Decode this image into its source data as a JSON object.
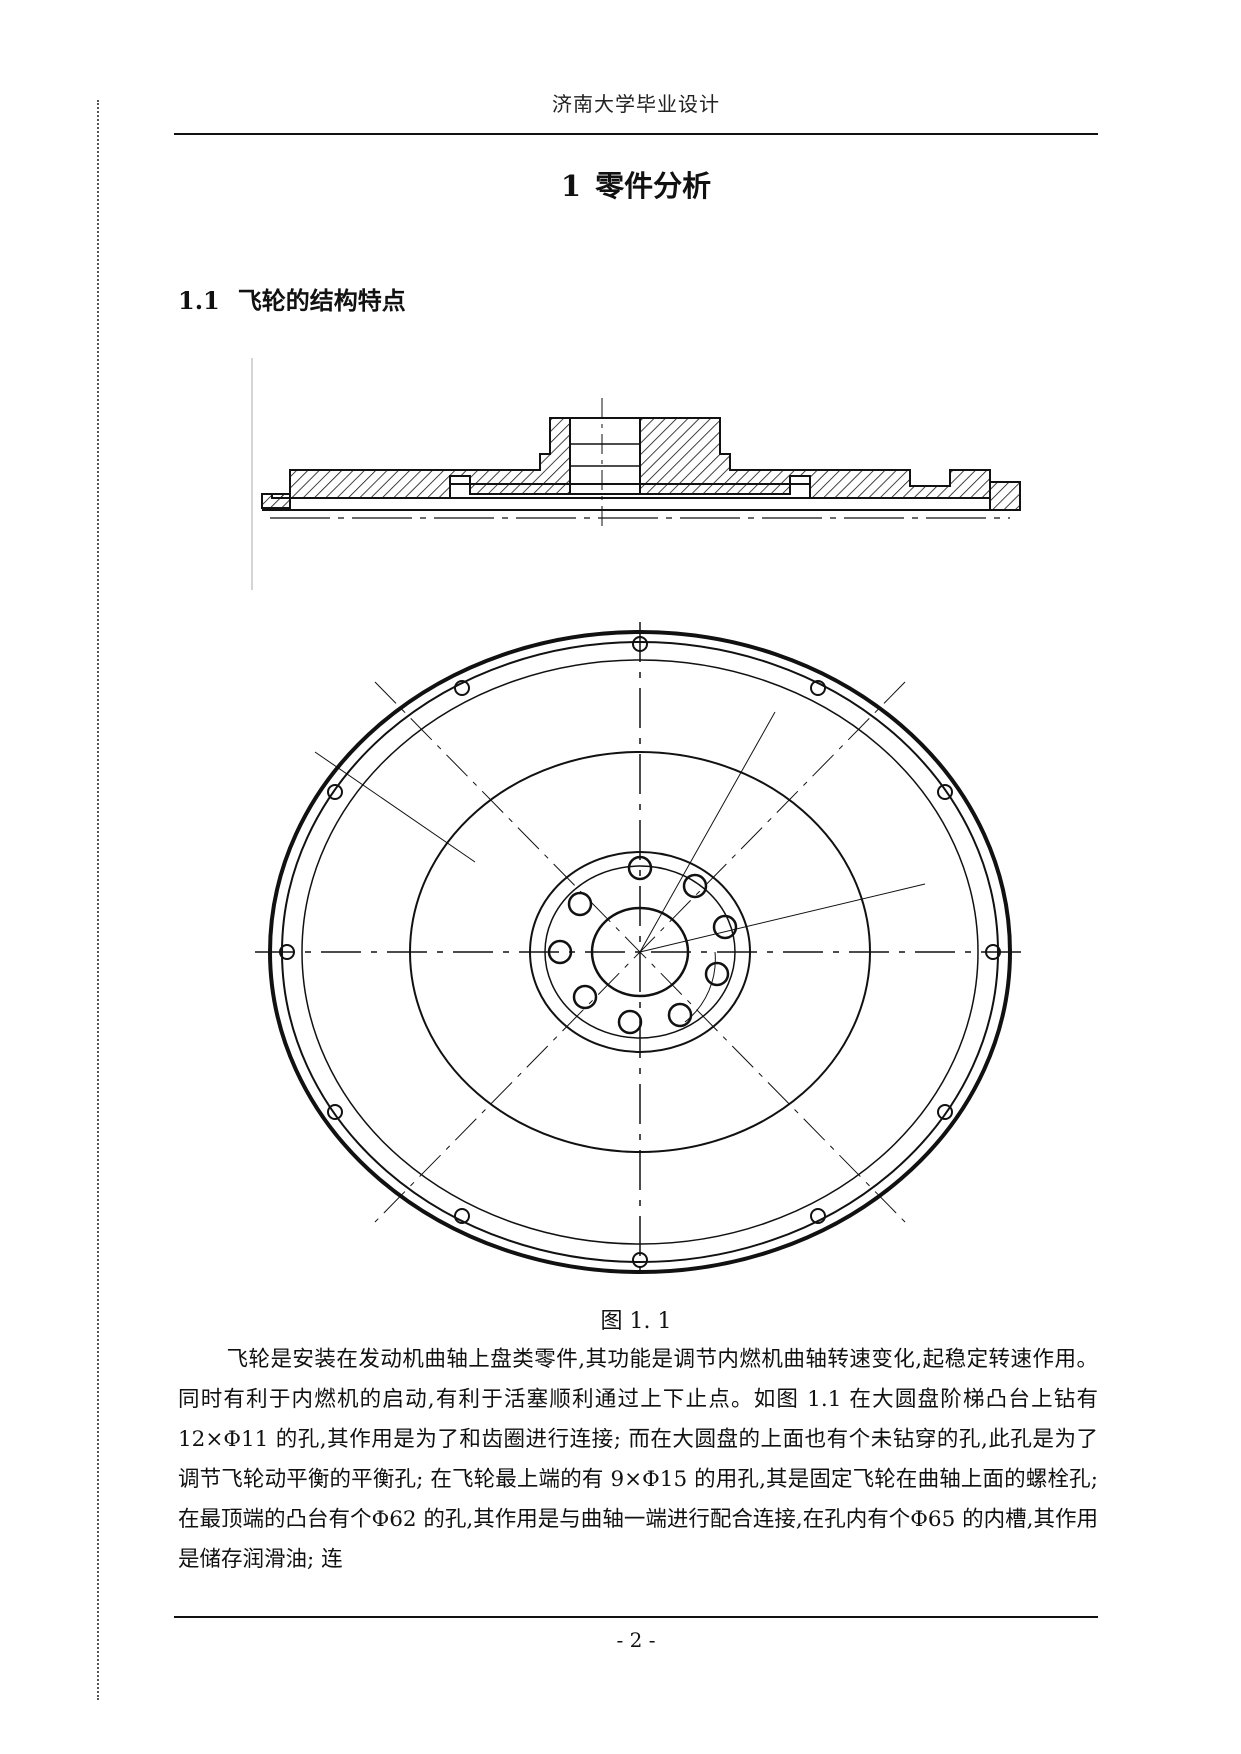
{
  "header": {
    "text": "济南大学毕业设计"
  },
  "chapter": {
    "number": "1",
    "title": "零件分析"
  },
  "section": {
    "number": "1.1",
    "title": "飞轮的结构特点"
  },
  "figure": {
    "caption": "图 1. 1"
  },
  "body": {
    "paragraph": "飞轮是安装在发动机曲轴上盘类零件,其功能是调节内燃机曲轴转速变化,起稳定转速作用。同时有利于内燃机的启动,有利于活塞顺利通过上下止点。如图 1.1 在大圆盘阶梯凸台上钻有 12×Φ11 的孔,其作用是为了和齿圈进行连接; 而在大圆盘的上面也有个未钻穿的孔,此孔是为了调节飞轮动平衡的平衡孔; 在飞轮最上端的有 9×Φ15 的用孔,其是固定飞轮在曲轴上面的螺栓孔; 在最顶端的凸台有个Φ62 的孔,其作用是与曲轴一端进行配合连接,在孔内有个Φ65 的内槽,其作用是储存润滑油; 连"
  },
  "footer": {
    "page": "- 2 -"
  }
}
